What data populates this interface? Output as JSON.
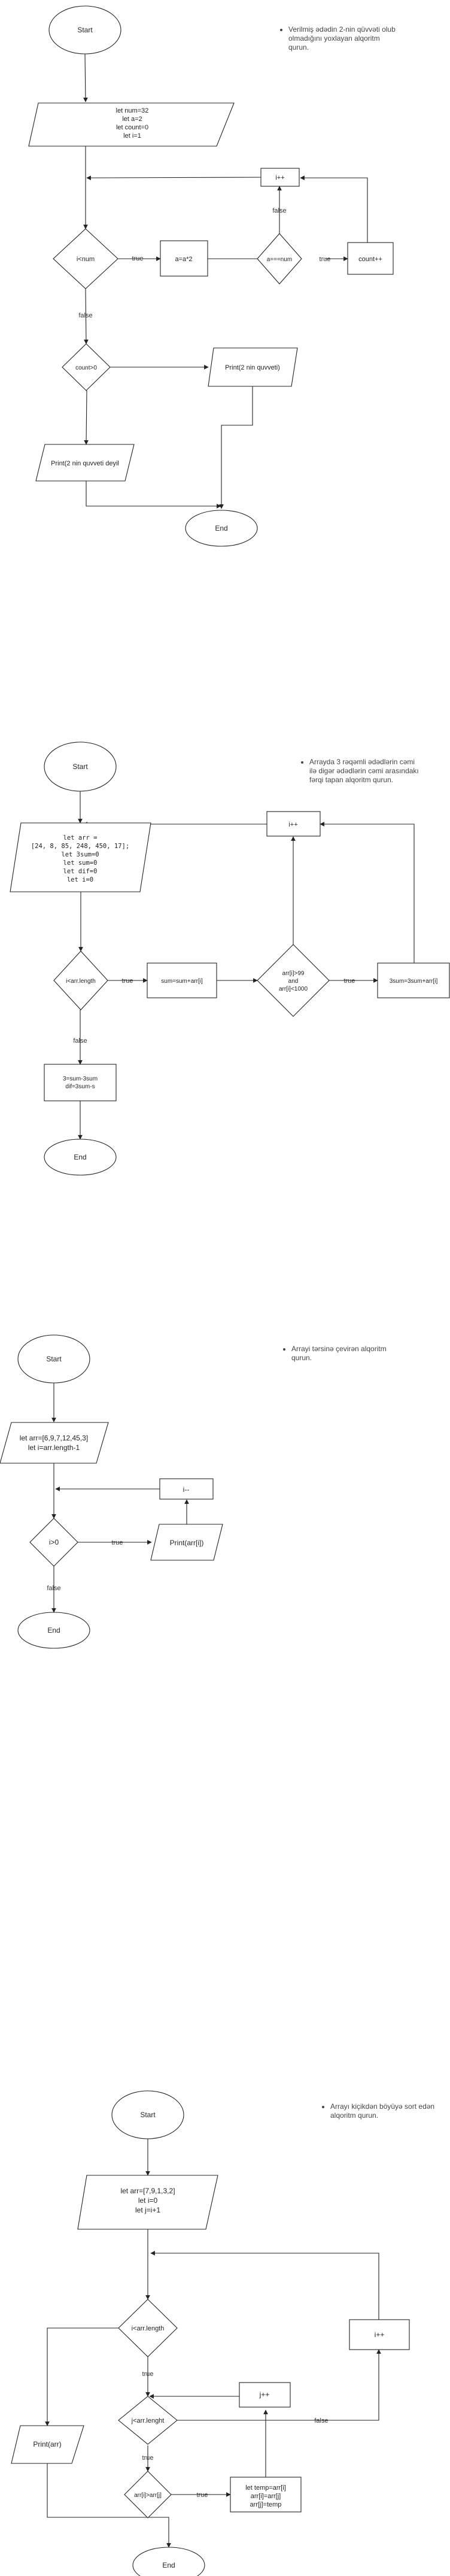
{
  "common": {
    "start": "Start",
    "end": "End",
    "true_label": "true",
    "false_label": "false"
  },
  "flow1": {
    "task": "Verilmiş ədədin 2-nin qüvvəti olub olmadığını yoxlayan alqoritm qurun.",
    "init": [
      "let num=32",
      "let a=2",
      "let count=0",
      "let i=1"
    ],
    "inc_i": "i++",
    "cond_loop": "i<num",
    "double_a": "a=a*2",
    "cond_eq": "a===num",
    "inc_count": "count++",
    "cond_count": "count>0",
    "print_yes": "Print(2 nin quvveti)",
    "print_no": "Print(2 nin quvveti deyil"
  },
  "flow2": {
    "task": "Arrayda 3 rəqəmli ədədlərin cəmi ilə digər ədədlərin cəmi arasındakı fərqi tapan alqoritm qurun.",
    "init": [
      "let arr =",
      "[24, 8, 85, 248, 450, 17];",
      "let 3sum=0",
      "let sum=0",
      "let dif=0",
      "let i=0"
    ],
    "inc_i": "i++",
    "cond_loop": "i<arr.length",
    "add_sum": "sum=sum+arr[i]",
    "cond_range": [
      "arr[i]>99",
      "and",
      "arr[i]<1000"
    ],
    "add_3sum": "3sum=3sum+arr[i]",
    "diff": [
      "3=sum-3sum",
      "dif=3sum-s"
    ]
  },
  "flow3": {
    "task": "Arrayi tərsinə çevirən alqoritm qurun.",
    "init": [
      "let arr=[6,9,7,12,45,3]",
      "let i=arr.length-1"
    ],
    "dec_i": "i--",
    "cond": "i>0",
    "print": "Print(arr[i])"
  },
  "flow4": {
    "task": "Arrayı kiçikdən böyüyə sort edən alqoritm qurun.",
    "init": [
      "let arr=[7,9,1,3,2]",
      "let i=0",
      "let j=i+1"
    ],
    "cond_i": "i<arr.length",
    "inc_i": "i++",
    "inc_j": "j++",
    "cond_j": "j<arr.lenght",
    "cond_cmp": "arr[i]>arr[j]",
    "swap": [
      "let temp=arr[i]",
      "arr[i]=arr[j]",
      "arr[j]=temp"
    ],
    "print": "Print(arr)"
  }
}
